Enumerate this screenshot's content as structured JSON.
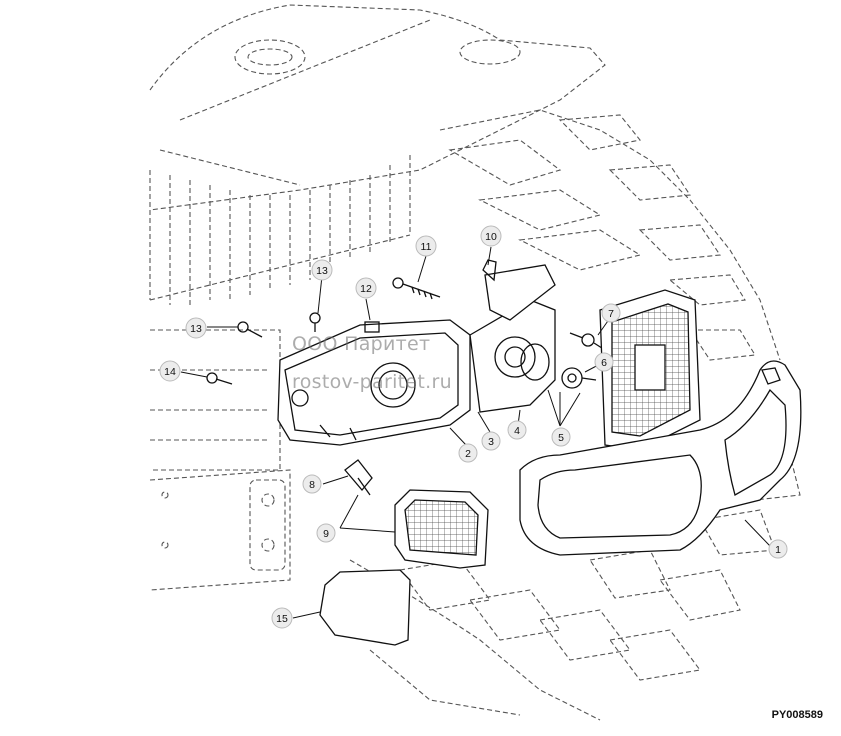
{
  "watermark": {
    "line1": "ООО Паритет",
    "line2": "rostov-paritet.ru"
  },
  "figure_code": "PY008589",
  "callouts": [
    "1",
    "2",
    "3",
    "4",
    "5",
    "6",
    "7",
    "8",
    "9",
    "10",
    "11",
    "12",
    "13",
    "13",
    "14",
    "15"
  ]
}
